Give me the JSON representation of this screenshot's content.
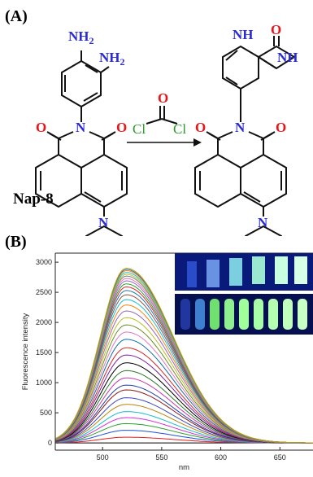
{
  "scheme": {
    "panel_label": "(A)",
    "compound_label": "Nap-8",
    "amine_label_1": "NH",
    "amine_sub_1": "2",
    "amine_label_2": "NH",
    "amine_sub_2": "2",
    "imide_N": "N",
    "imide_O_left": "O",
    "imide_O_right": "O",
    "piperidine_N": "N",
    "reagent_O": "O",
    "reagent_Cl_left": "Cl",
    "reagent_Cl_right": "Cl",
    "product_O_top": "O",
    "product_NH_1": "NH",
    "product_NH_2": "NH",
    "product_imide_N": "N",
    "product_O_left": "O",
    "product_O_right": "O",
    "product_piperidine_N": "N",
    "colors": {
      "oxygen": "#e8141a",
      "nitrogen": "#2b2bd6",
      "chlorine": "#2a9b2a"
    }
  },
  "chart_data": {
    "type": "line",
    "panel_label": "(B)",
    "xlabel": "nm",
    "ylabel": "Fluorescence intensity",
    "xlim": [
      460,
      678
    ],
    "ylim": [
      -120,
      3150
    ],
    "xticks": [
      500,
      550,
      600,
      650
    ],
    "yticks": [
      0,
      500,
      1000,
      1500,
      2000,
      2500,
      3000
    ],
    "peak_wavelength": 520,
    "grid": false,
    "legend": "none",
    "series_peaks": [
      0,
      95,
      210,
      320,
      420,
      520,
      640,
      750,
      880,
      960,
      1080,
      1200,
      1330,
      1460,
      1580,
      1720,
      1840,
      1960,
      2080,
      2190,
      2290,
      2380,
      2460,
      2530,
      2590,
      2640,
      2690,
      2730,
      2770,
      2800,
      2830,
      2860,
      2880,
      2900
    ],
    "series_colors": [
      "#000000",
      "#e31a1c",
      "#1f4fd6",
      "#2ca02c",
      "#d62fd6",
      "#17becf",
      "#b8860b",
      "#3b4cc0",
      "#8c1a1a",
      "#1f3fa8",
      "#c837ab",
      "#2a7b2a",
      "#000000",
      "#7b1fa2",
      "#d62728",
      "#0e6fa6",
      "#e377c2",
      "#6b8e23",
      "#bcbd22",
      "#9467bd",
      "#ff7f0e",
      "#17becf",
      "#8c564b",
      "#1f77b4",
      "#d62728",
      "#2ca02c",
      "#9467bd",
      "#e377c2",
      "#7f7f7f",
      "#bcbd22",
      "#17becf",
      "#ff7f0e",
      "#1f77b4",
      "#c8a000"
    ]
  }
}
